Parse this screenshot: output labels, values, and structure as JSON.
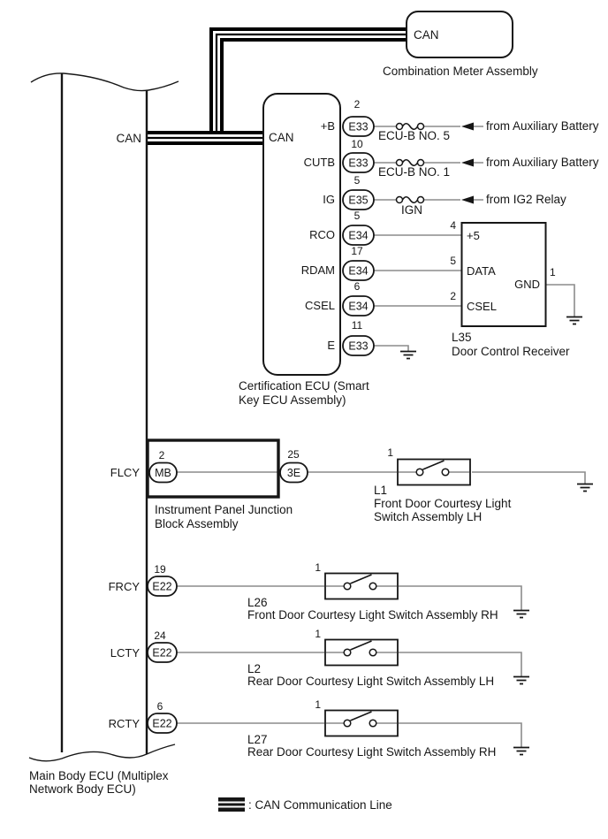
{
  "combination_meter": {
    "pin": "CAN",
    "label": "Combination Meter Assembly"
  },
  "main_body_ecu": {
    "pin": "CAN",
    "label1": "Main Body ECU (Multiplex",
    "label2": "Network Body ECU)"
  },
  "certification_ecu": {
    "pin_can": "CAN",
    "label1": "Certification ECU (Smart",
    "label2": "Key ECU Assembly)"
  },
  "cert_pins": {
    "b": {
      "name": "+B",
      "num": "2",
      "conn": "E33"
    },
    "cutb": {
      "name": "CUTB",
      "num": "10",
      "conn": "E33"
    },
    "ig": {
      "name": "IG",
      "num": "5",
      "conn": "E35"
    },
    "rco": {
      "name": "RCO",
      "num": "5",
      "conn": "E34"
    },
    "rdam": {
      "name": "RDAM",
      "num": "17",
      "conn": "E34"
    },
    "csel": {
      "name": "CSEL",
      "num": "6",
      "conn": "E34"
    },
    "e": {
      "name": "E",
      "num": "11",
      "conn": "E33"
    }
  },
  "fuses": {
    "b": "ECU-B NO. 5",
    "cutb": "ECU-B NO. 1",
    "ig": "IGN"
  },
  "sources": {
    "b": "from Auxiliary Battery",
    "cutb": "from Auxiliary Battery",
    "ig": "from IG2 Relay"
  },
  "receiver": {
    "code": "L35",
    "label": "Door Control Receiver",
    "num_plus5": "4",
    "pin_plus5": "+5",
    "num_data": "5",
    "pin_data": "DATA",
    "num_csel": "2",
    "pin_csel": "CSEL",
    "pin_gnd": "GND",
    "num_gnd": "1"
  },
  "junction_block": {
    "label1": "Instrument Panel Junction",
    "label2": "Block Assembly",
    "num_left": "2",
    "conn_left": "MB",
    "num_right": "25",
    "conn_right": "3E"
  },
  "flcy": {
    "signal": "FLCY",
    "switch_pin": "1",
    "code": "L1",
    "label1": "Front Door Courtesy Light",
    "label2": "Switch Assembly LH"
  },
  "frcy": {
    "signal": "FRCY",
    "num": "19",
    "conn": "E22",
    "switch_pin": "1",
    "code": "L26",
    "label": "Front Door Courtesy Light Switch Assembly RH"
  },
  "lcty": {
    "signal": "LCTY",
    "num": "24",
    "conn": "E22",
    "switch_pin": "1",
    "code": "L2",
    "label": "Rear Door Courtesy Light Switch Assembly LH"
  },
  "rcty": {
    "signal": "RCTY",
    "num": "6",
    "conn": "E22",
    "switch_pin": "1",
    "code": "L27",
    "label": "Rear Door Courtesy Light Switch Assembly RH"
  },
  "legend": {
    "label": ": CAN Communication Line"
  },
  "colors": {
    "line": "#161616",
    "wire": "#8c8c8c",
    "can": "#000000",
    "background": "#ffffff"
  }
}
